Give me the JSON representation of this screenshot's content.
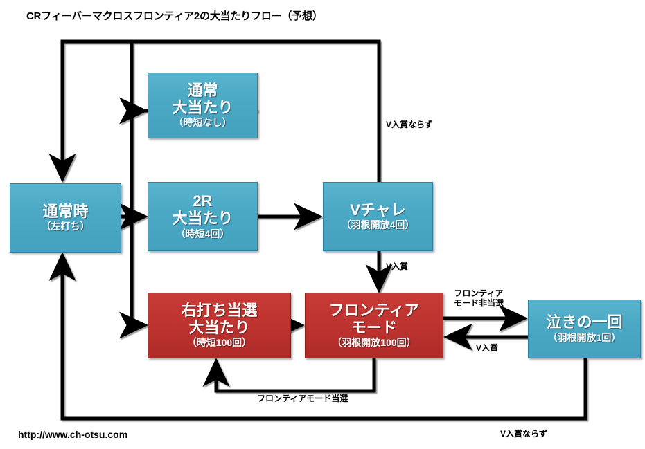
{
  "title": "CRフィーバーマクロスフロンティア2の大当たりフロー（予想）",
  "footer": {
    "url": "http://www.ch-otsu.com"
  },
  "colors": {
    "blue_node": "#4aa8c4",
    "blue_border": "#2f83a0",
    "red_node": "#bf3430",
    "red_border": "#8d211f",
    "line": "#000000",
    "text_on_node": "#ffffff",
    "background": "#ffffff"
  },
  "nodes": [
    {
      "id": "normal",
      "line1": "通常時",
      "line2": "",
      "sub": "（左打ち）",
      "color": "blue"
    },
    {
      "id": "normal-jack",
      "line1": "通常",
      "line2": "大当たり",
      "sub": "（時短なし）",
      "color": "blue"
    },
    {
      "id": "two-r",
      "line1": "2R",
      "line2": "大当たり",
      "sub": "（時短4回）",
      "color": "blue"
    },
    {
      "id": "v-chare",
      "line1": "Vチャレ",
      "line2": "",
      "sub": "（羽根開放4回）",
      "color": "blue"
    },
    {
      "id": "right-hit",
      "line1": "右打ち当選",
      "line2": "大当たり",
      "sub": "（時短100回）",
      "color": "red"
    },
    {
      "id": "frontier",
      "line1": "フロンティア",
      "line2": "モード",
      "sub": "（羽根開放100回）",
      "color": "red"
    },
    {
      "id": "naki",
      "line1": "泣きの一回",
      "line2": "",
      "sub": "（羽根開放1回）",
      "color": "blue"
    }
  ],
  "edge_labels": {
    "v_fail_top": "V入賞ならず",
    "v_win_mid": "V入賞",
    "frontier_lose": "フロンティア\nモード非当選",
    "frontier_lose_l1": "フロンティア",
    "frontier_lose_l2": "モード非当選",
    "v_win_return": "V入賞",
    "frontier_win": "フロンティアモード当選",
    "v_fail_bottom": "V入賞ならず"
  }
}
